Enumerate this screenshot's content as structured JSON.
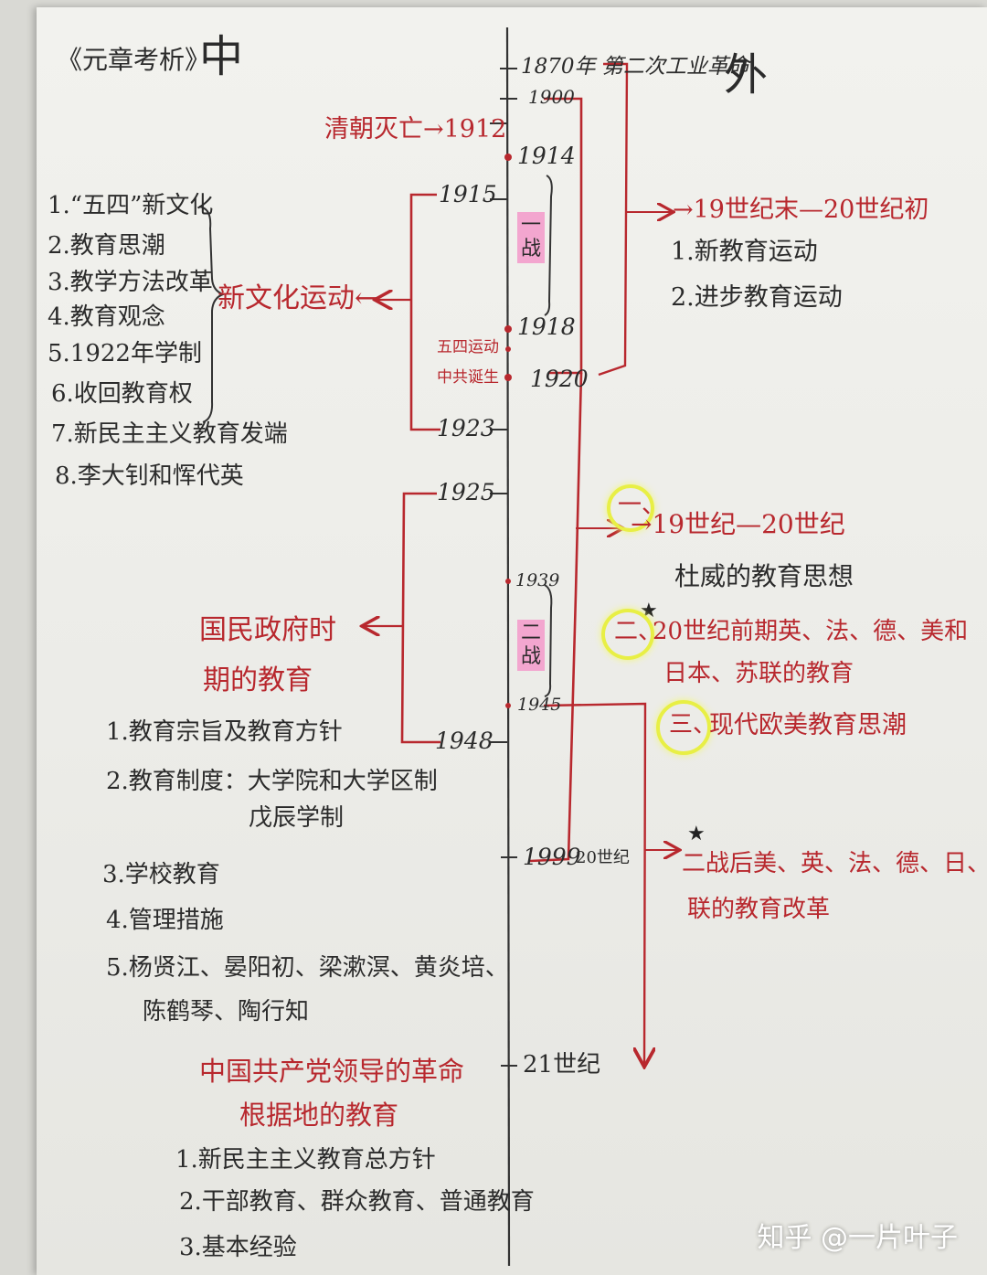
{
  "header": {
    "tag": "《元章考析》",
    "left_title": "中",
    "right_title": "外"
  },
  "timeline": {
    "y1870": "1870年 第二次工业革命",
    "y1900": "1900",
    "qing": "清朝灭亡→1912",
    "y1914": "1914",
    "y1915": "1915",
    "yizhan": "一战",
    "y1918": "1918",
    "wusi": "五四运动",
    "zhonggong": "中共诞生",
    "y1920": "1920",
    "y1923": "1923",
    "y1925": "1925",
    "y1939": "1939",
    "erzhan": "二战",
    "y1945": "1945",
    "y1948": "1948",
    "y1999": "1999",
    "c20": "20世纪",
    "c21": "21世纪"
  },
  "left_top": {
    "items": [
      "1.“五四”新文化",
      "2.教育思潮",
      "3.教学方法改革",
      "4.教育观念",
      "5.1922年学制",
      "6.收回教育权",
      "7.新民主主义教育发端",
      "8.李大钊和恽代英"
    ],
    "label": "新文化运动←"
  },
  "left_mid": {
    "title_1": "国民政府时",
    "title_2": "期的教育",
    "items": [
      "1.教育宗旨及教育方针",
      "2.教育制度：大学院和大学区制",
      "戊辰学制",
      "3.学校教育",
      "4.管理措施",
      "5.杨贤江、晏阳初、梁漱溟、黄炎培、",
      "陈鹤琴、陶行知"
    ]
  },
  "left_bottom": {
    "title_1": "中国共产党领导的革命",
    "title_2": "根据地的教育",
    "items": [
      "1.新民主主义教育总方针",
      "2.干部教育、群众教育、普通教育",
      "3.基本经验"
    ]
  },
  "right": {
    "arrow1": "→19世纪末—20世纪初",
    "a1_items": [
      "1.新教育运动",
      "2.进步教育运动"
    ],
    "n1": "一、",
    "s1": "→19世纪—20世纪",
    "s1_sub": "杜威的教育思想",
    "n2": "二、",
    "s2_1": "20世纪前期英、法、德、美和",
    "s2_2": "日本、苏联的教育",
    "n3": "三、",
    "s3": "现代欧美教育思潮",
    "s4_1": "二战后美、英、法、德、日、苏",
    "s4_2": "联的教育改革"
  },
  "watermark": "知乎 @一片叶子",
  "colors": {
    "ink": "#2b2b2b",
    "red": "#b8282e",
    "highlight": "#e8ef45",
    "pink": "#f3a6cf"
  }
}
